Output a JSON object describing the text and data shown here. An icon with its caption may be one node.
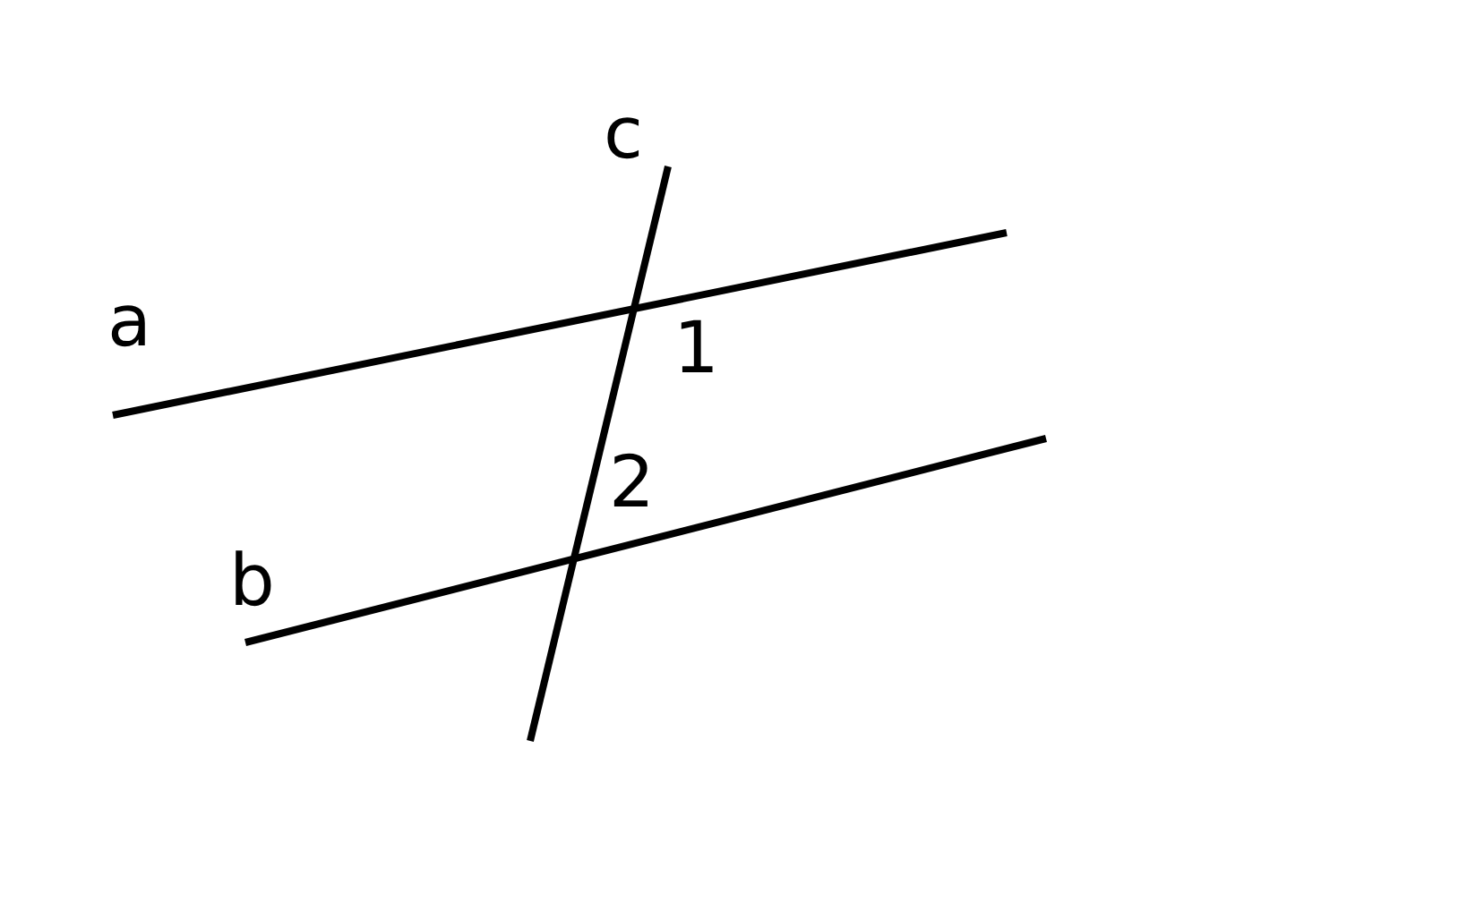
{
  "diagram": {
    "labels": [
      "c",
      "a",
      "1",
      "2",
      "b"
    ]
  }
}
